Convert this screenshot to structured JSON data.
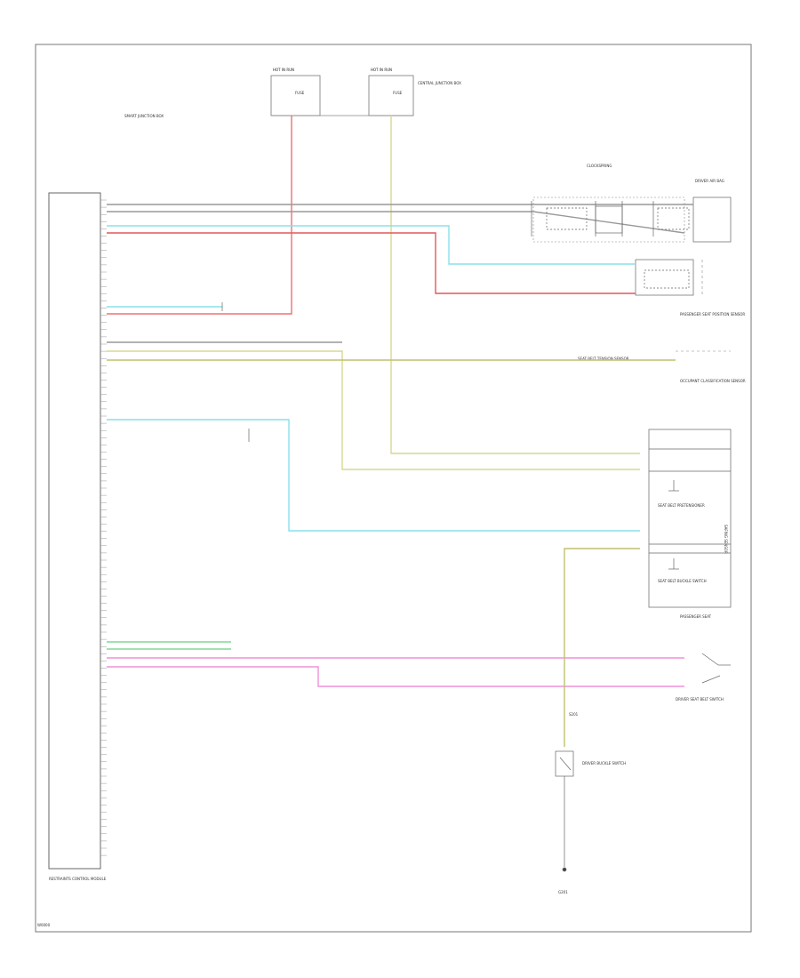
{
  "diagram_id": "W0000",
  "colors": {
    "white_red": "#f07070",
    "yellow": "#d8d890",
    "light_blue": "#88e0e8",
    "light_green": "#80d898",
    "red": "#e05858",
    "pink": "#f090d8",
    "yellow_green": "#c0c070",
    "grey": "#999999",
    "black": "#444444"
  },
  "labels": {
    "hot1": "HOT IN RUN",
    "hot2": "HOT IN RUN",
    "fuse1": "FUSE",
    "fuse2": "FUSE",
    "cjb": "CENTRAL JUNCTION BOX",
    "note": "SMART JUNCTION BOX",
    "rcm": "RESTRAINTS CONTROL MODULE",
    "passenger": "PASSENGER SEAT POSITION SENSOR",
    "occupant": "OCCUPANT CLASSIFICATION SENSOR",
    "bulkhead": "SEAT BELT TENSION SENSOR",
    "bus": "SAFING SENSOR",
    "sensor1": "SEAT BELT PRETENSIONER",
    "sensor2": "SEAT BELT BUCKLE SWITCH",
    "seat": "PASSENGER SEAT",
    "seat_switch": "DRIVER SEAT BELT SWITCH",
    "driver_buckle": "DRIVER BUCKLE SWITCH",
    "ground": "G201",
    "clockspring": "CLOCKSPRING",
    "driver_airbag": "DRIVER AIR BAG",
    "cond": "S201"
  }
}
